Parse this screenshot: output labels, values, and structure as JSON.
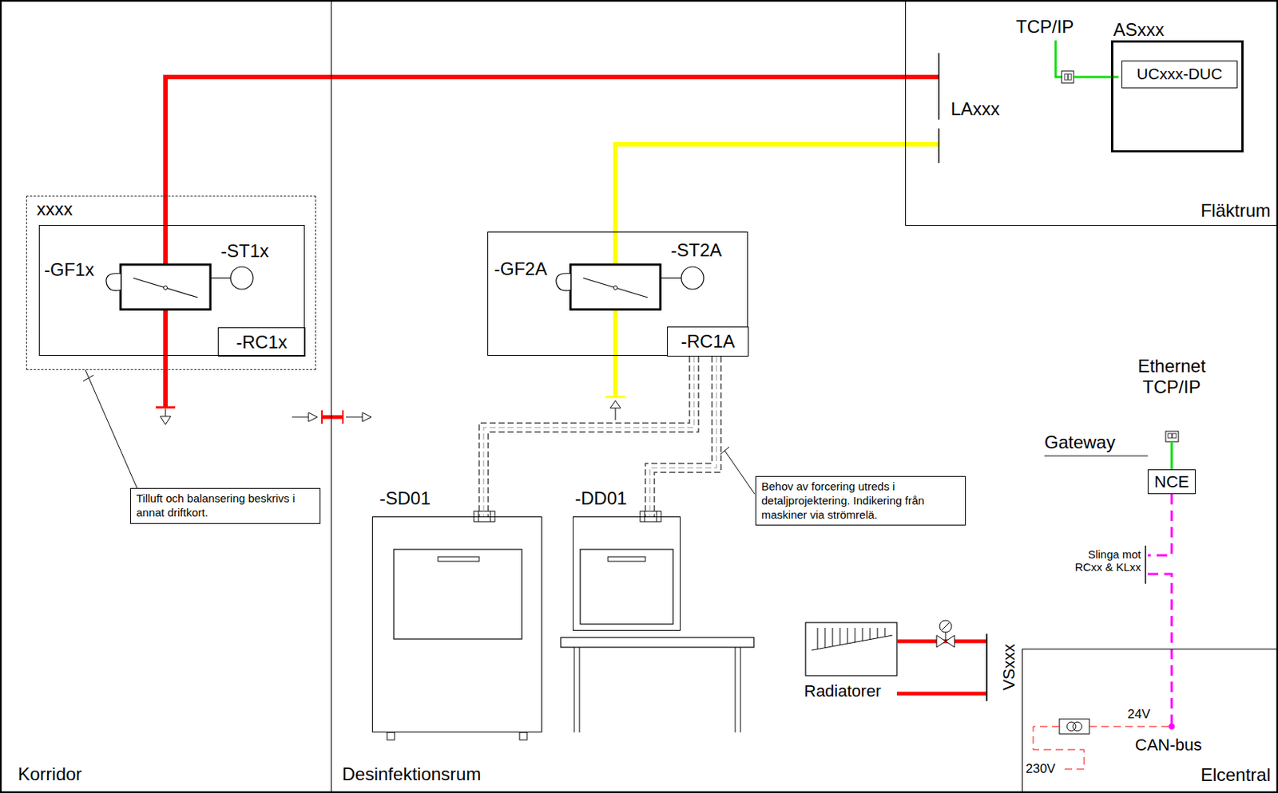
{
  "diagram": {
    "nodes": [
      {
        "text": [
          "Korridor"
        ]
      },
      {
        "text": [
          "xxxx"
        ],
        "in": 0
      },
      {
        "text": [
          "-GF1x",
          "-ST1x"
        ],
        "in": 1
      },
      {
        "text": [
          "-RC1x"
        ],
        "in": 2
      },
      {
        "text": [
          "Tilluft och balansering beskrivs i annat driftkort."
        ],
        "in": 0
      },
      {
        "text": [
          "Desinfektionsrum"
        ]
      },
      {
        "text": [
          "Fläktrum"
        ],
        "in": 5
      },
      {
        "text": [
          "ASxxx"
        ],
        "in": 6
      },
      {
        "text": [
          "UCxxx-DUC"
        ],
        "in": 7
      },
      {
        "text": [
          "-GF2A",
          "-ST2A"
        ],
        "in": 5
      },
      {
        "text": [
          "-RC1A"
        ],
        "in": 9
      },
      {
        "text": [
          "-SD01"
        ],
        "in": 5
      },
      {
        "text": [
          "-DD01"
        ],
        "in": 5
      },
      {
        "text": [
          "Behov av forcering utreds i detaljprojektering. Indikering från maskiner via strömrelä."
        ],
        "in": 5
      },
      {
        "text": [
          "NCE"
        ],
        "in": 5
      },
      {
        "text": [
          "Elcentral"
        ],
        "in": 5
      }
    ],
    "edges": [
      {
        "from": 4,
        "to": 1,
        "arrow": "none"
      },
      {
        "from": 10,
        "to": 11,
        "arrow": "none"
      },
      {
        "from": 10,
        "to": 12,
        "arrow": "none"
      },
      {
        "from": 14,
        "to": 15,
        "arrow": "none"
      }
    ],
    "labels": [
      "LAxxx",
      "TCP/IP",
      "Ethernet TCP/IP",
      "Gateway",
      "Slinga mot RCxx & KLxx",
      "24V",
      "230V",
      "CAN-bus",
      "Radiatorer",
      "VSxxx"
    ]
  }
}
